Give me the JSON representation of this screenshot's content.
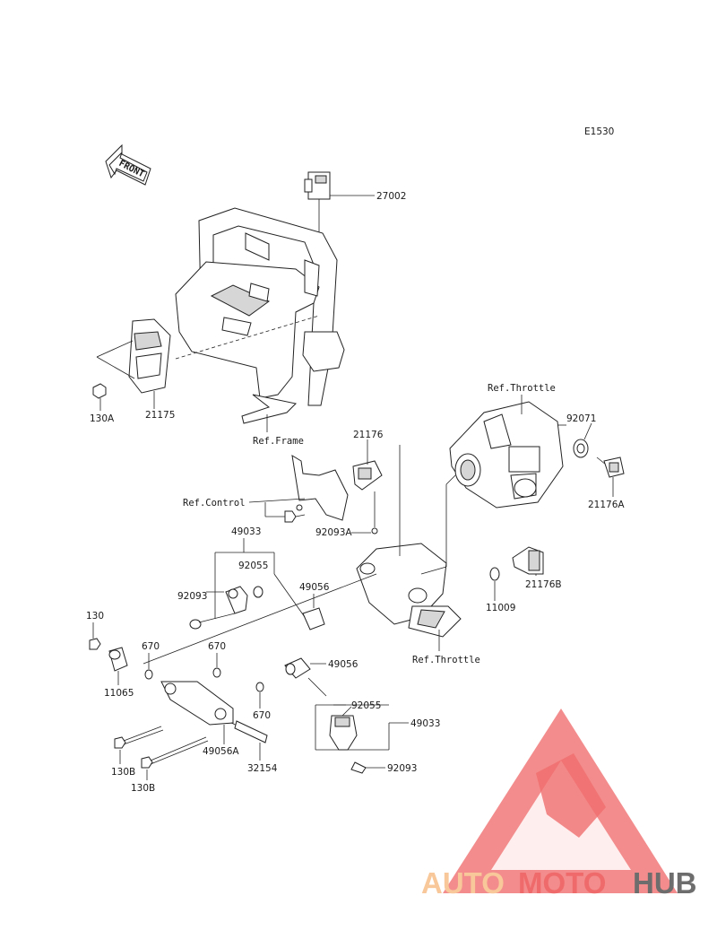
{
  "diagram_code": "E1530",
  "front_label": "FRONT",
  "labels": {
    "p27002": "27002",
    "p130A": "130A",
    "p21175": "21175",
    "ref_frame": "Ref.Frame",
    "ref_throttle_top": "Ref.Throttle",
    "p92071": "92071",
    "p21176A": "21176A",
    "p21176": "21176",
    "ref_control": "Ref.Control",
    "p92093A": "92093A",
    "p49033_top": "49033",
    "p92055_top": "92055",
    "p92093_left": "92093",
    "p49056_top": "49056",
    "p21176B": "21176B",
    "p11009": "11009",
    "ref_throttle_bottom": "Ref.Throttle",
    "p130": "130",
    "p670_a": "670",
    "p670_b": "670",
    "p11065": "11065",
    "p49056_mid": "49056",
    "p670_c": "670",
    "p92055_bottom": "92055",
    "p49033_bottom": "49033",
    "p49056A": "49056A",
    "p130B_a": "130B",
    "p130B_b": "130B",
    "p32154": "32154",
    "p92093_bottom": "92093"
  },
  "watermark": {
    "text_auto": "AUTO",
    "text_moto": "MOTO",
    "text_hub": "HUB",
    "color_light": "#f8c79a",
    "color_red": "#ef6b6b",
    "color_dark": "#6d6d6d"
  }
}
